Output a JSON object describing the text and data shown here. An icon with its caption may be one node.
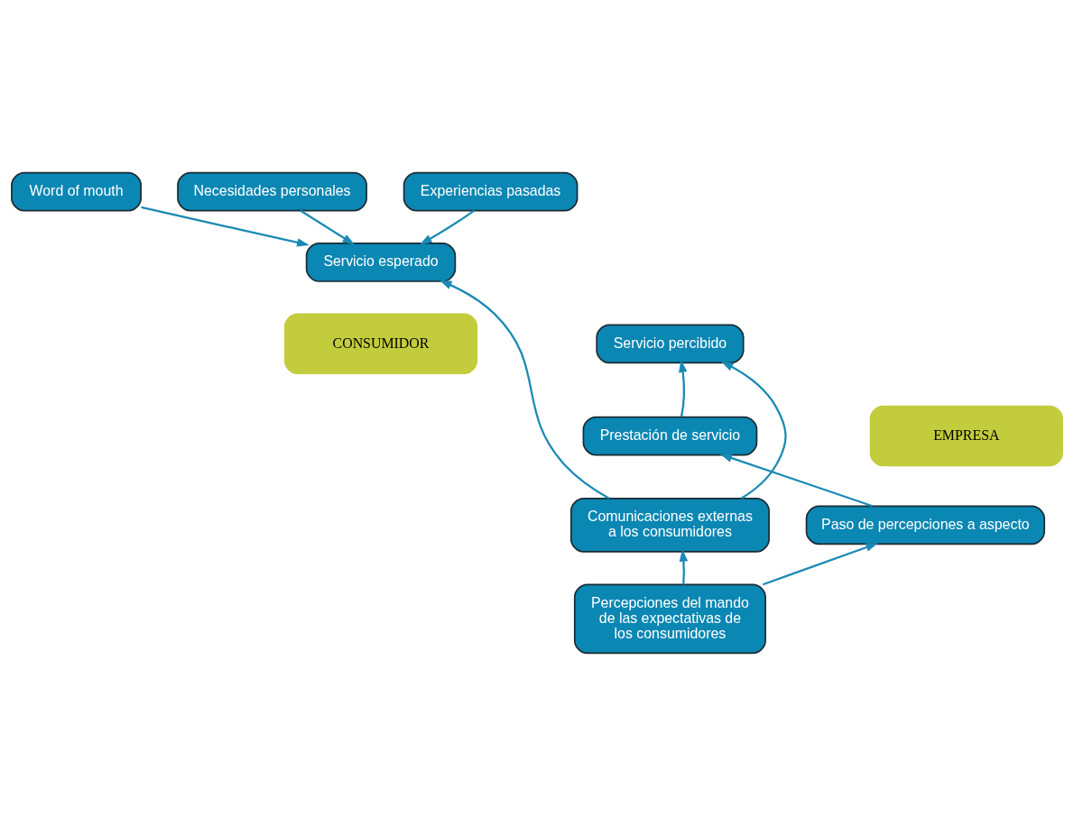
{
  "diagram": {
    "nodes": [
      {
        "text": [
          "Word of mouth"
        ]
      },
      {
        "text": [
          "Necesidades personales"
        ]
      },
      {
        "text": [
          "Experiencias pasadas"
        ]
      },
      {
        "text": [
          "Servicio esperado"
        ]
      },
      {
        "text": [
          "Servicio percibido"
        ]
      },
      {
        "text": [
          "CONSUMIDOR"
        ]
      },
      {
        "text": [
          "EMPRESA"
        ]
      },
      {
        "text": [
          "Prestación de servicio"
        ]
      },
      {
        "text": [
          "Paso de percepciones a aspecto"
        ]
      },
      {
        "text": [
          "Comunicaciones externas a los consumidores"
        ]
      },
      {
        "text": [
          "Percepciones del mando de las expectativas de los consumidores"
        ]
      }
    ],
    "edges": [
      {
        "from": 0,
        "to": 3,
        "arrow": "to"
      },
      {
        "from": 1,
        "to": 3,
        "arrow": "to"
      },
      {
        "from": 2,
        "to": 3,
        "arrow": "to"
      },
      {
        "from": 7,
        "to": 4,
        "arrow": "to"
      },
      {
        "from": 8,
        "to": 7,
        "arrow": "to"
      },
      {
        "from": 10,
        "to": 8,
        "arrow": "to"
      },
      {
        "from": 10,
        "to": 9,
        "arrow": "to"
      },
      {
        "from": 9,
        "to": 3,
        "arrow": "to"
      },
      {
        "from": 9,
        "to": 4,
        "arrow": "to"
      }
    ]
  }
}
